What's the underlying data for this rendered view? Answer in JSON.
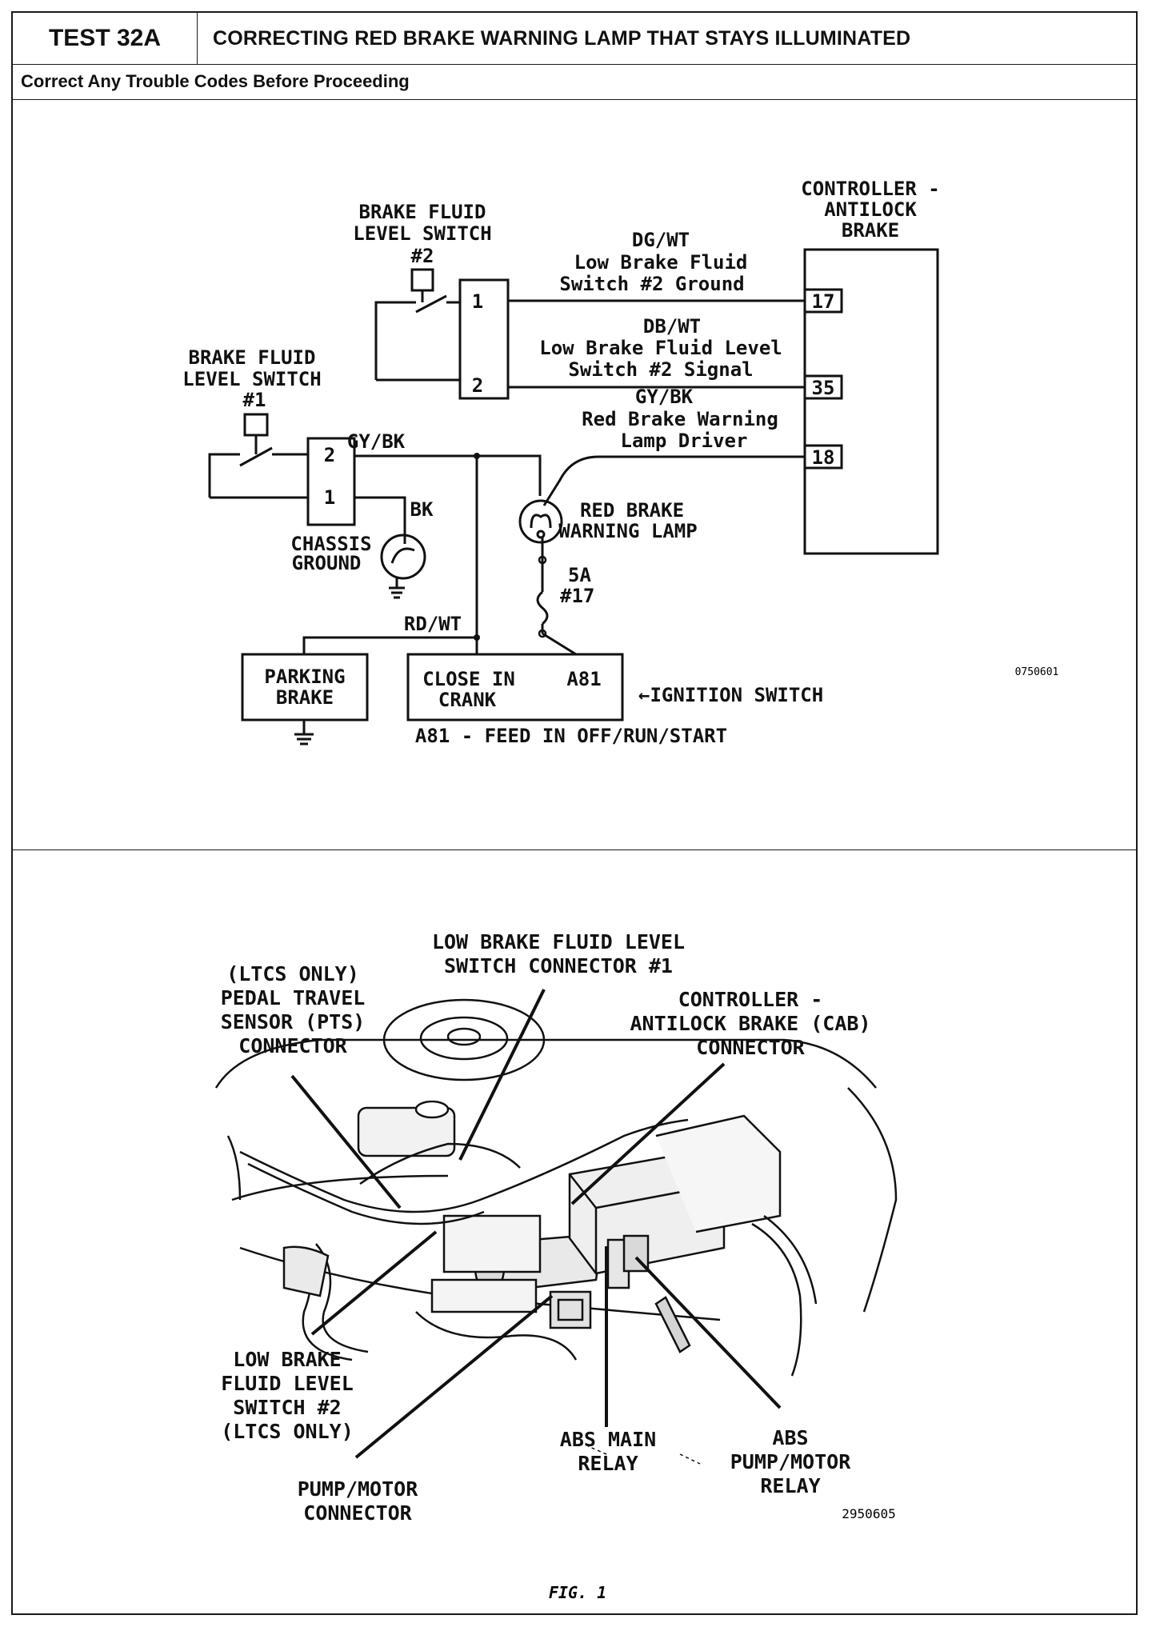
{
  "header": {
    "test_id": "TEST 32A",
    "title": "CORRECTING RED BRAKE WARNING LAMP THAT STAYS ILLUMINATED",
    "subtitle": "Correct Any Trouble Codes Before Proceeding"
  },
  "schematic": {
    "controller_label": [
      "CONTROLLER -",
      "ANTILOCK",
      "BRAKE"
    ],
    "switch2_label": [
      "BRAKE FLUID",
      "LEVEL SWITCH",
      "#2"
    ],
    "switch1_label": [
      "BRAKE FLUID",
      "LEVEL SWITCH",
      "#1"
    ],
    "wire_17": [
      "DG/WT",
      "Low Brake Fluid",
      "Switch #2 Ground"
    ],
    "wire_35": [
      "DB/WT",
      "Low Brake Fluid Level",
      "Switch #2 Signal"
    ],
    "wire_18": [
      "GY/BK",
      "Red Brake Warning",
      "Lamp Driver"
    ],
    "pin_17": "17",
    "pin_35": "35",
    "pin_18": "18",
    "sw2_pin1": "1",
    "sw2_pin2": "2",
    "sw1_pin2": "2",
    "sw1_pin1": "1",
    "wire_gybk": "GY/BK",
    "wire_bk": "BK",
    "chassis_ground": [
      "CHASSIS",
      "GROUND"
    ],
    "lamp_label": [
      "RED BRAKE",
      "WARNING LAMP"
    ],
    "fuse_label": [
      "5A",
      "#17"
    ],
    "wire_rdwt": "RD/WT",
    "parking_brake": [
      "PARKING",
      "BRAKE"
    ],
    "ignition_box": [
      "CLOSE IN",
      "CRANK"
    ],
    "ignition_box_a81": "A81",
    "ignition_switch": "←IGNITION SWITCH",
    "a81_note": "A81 - FEED IN OFF/RUN/START",
    "ref_code": "0750601"
  },
  "figure": {
    "labels": {
      "lbfl1": [
        "LOW BRAKE FLUID LEVEL",
        "SWITCH CONNECTOR #1"
      ],
      "pts": [
        "(LTCS ONLY)",
        "PEDAL TRAVEL",
        "SENSOR (PTS)",
        "CONNECTOR"
      ],
      "cab": [
        "CONTROLLER -",
        "ANTILOCK BRAKE (CAB)",
        "CONNECTOR"
      ],
      "lbfl2": [
        "LOW BRAKE",
        "FLUID LEVEL",
        "SWITCH #2",
        "(LTCS ONLY)"
      ],
      "pump_conn": [
        "PUMP/MOTOR",
        "CONNECTOR"
      ],
      "abs_main": [
        "ABS MAIN",
        "RELAY"
      ],
      "abs_pump": [
        "ABS",
        "PUMP/MOTOR",
        "RELAY"
      ]
    },
    "ref_code": "2950605",
    "caption": "FIG. 1"
  }
}
